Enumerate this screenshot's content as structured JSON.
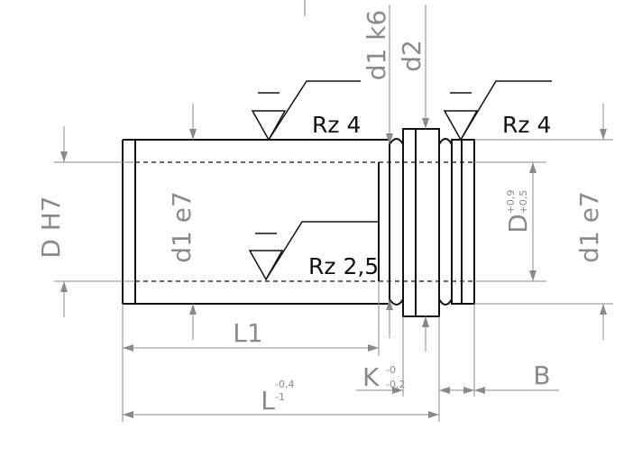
{
  "drawing": {
    "roughness": {
      "top_left": "Rz 4",
      "top_right": "Rz 4",
      "bore": "Rz 2,5"
    },
    "dimensions": {
      "bore_left": "D H7",
      "shaft_left": "d1 e7",
      "shaft_right": "d1 e7",
      "tol_k6": "d1 k6",
      "collar_d2": "d2",
      "bore_right": "D",
      "bore_right_tol_upper": "+0,9",
      "bore_right_tol_lower": "+0,5",
      "length_l1": "L1",
      "length_l": "L",
      "length_l_tol_upper": "-0,4",
      "length_l_tol_lower": "-1",
      "width_k": "K",
      "width_k_tol_upper": "-0",
      "width_k_tol_lower": "-0,2",
      "width_b": "B"
    },
    "colors": {
      "outline": "#111111",
      "dimension": "#8a8a8a",
      "hidden": "#111111"
    }
  }
}
